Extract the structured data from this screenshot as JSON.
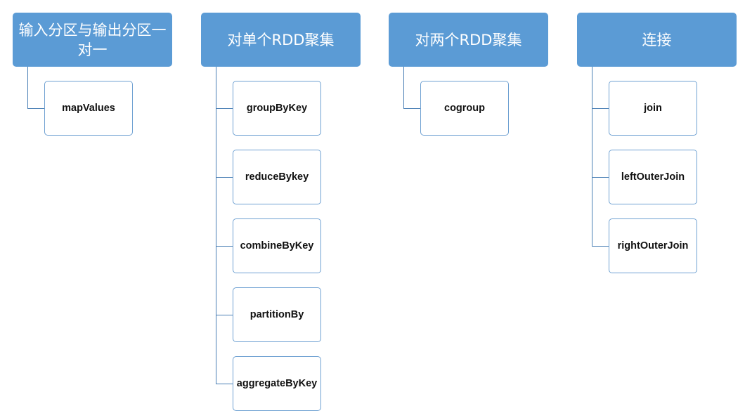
{
  "columns": [
    {
      "title": "输入分区与输出分区一对一",
      "items": [
        "mapValues"
      ]
    },
    {
      "title": "对单个RDD聚集",
      "items": [
        "groupByKey",
        "reduceBykey",
        "combineByKey",
        "partitionBy",
        "aggregateByKey"
      ]
    },
    {
      "title": "对两个RDD聚集",
      "items": [
        "cogroup"
      ]
    },
    {
      "title": "连接",
      "items": [
        "join",
        "leftOuterJoin",
        "rightOuterJoin"
      ]
    }
  ],
  "colors": {
    "header_fill": "#5b9bd5",
    "header_text": "#ffffff",
    "item_border": "#6fa1d2",
    "connector": "#4a7fb5"
  }
}
